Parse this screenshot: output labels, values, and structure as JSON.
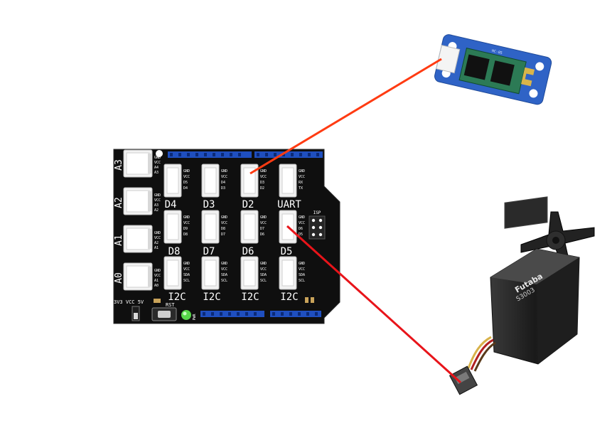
{
  "board": {
    "analog_ports": [
      "A3",
      "A2",
      "A1",
      "A0"
    ],
    "analog_pins": [
      [
        "GND",
        "VCC",
        "A4",
        "A3"
      ],
      [
        "GND",
        "VCC",
        "A3",
        "A2"
      ],
      [
        "GND",
        "VCC",
        "A2",
        "A1"
      ],
      [
        "GND",
        "VCC",
        "A1",
        "A0"
      ]
    ],
    "grid_labels": [
      [
        "D4",
        "D3",
        "D2",
        "UART"
      ],
      [
        "D8",
        "D7",
        "D6",
        "D5"
      ],
      [
        "I2C",
        "I2C",
        "I2C",
        "I2C"
      ]
    ],
    "grid_pins": [
      [
        [
          "GND",
          "VCC",
          "D5",
          "D4"
        ],
        [
          "GND",
          "VCC",
          "D4",
          "D3"
        ],
        [
          "GND",
          "VCC",
          "D3",
          "D2"
        ],
        [
          "GND",
          "VCC",
          "RX",
          "TX"
        ]
      ],
      [
        [
          "GND",
          "VCC",
          "D9",
          "D8"
        ],
        [
          "GND",
          "VCC",
          "D8",
          "D7"
        ],
        [
          "GND",
          "VCC",
          "D7",
          "D6"
        ],
        [
          "GND",
          "VCC",
          "D6",
          "D5"
        ]
      ],
      [
        [
          "GND",
          "VCC",
          "SDA",
          "SCL"
        ],
        [
          "GND",
          "VCC",
          "SDA",
          "SCL"
        ],
        [
          "GND",
          "VCC",
          "SDA",
          "SCL"
        ],
        [
          "GND",
          "VCC",
          "SDA",
          "SCL"
        ]
      ]
    ],
    "voltage_switch_label": "3V3 VCC 5V",
    "reset_label": "RST",
    "power_led_label": "PWR",
    "isp_label": "ISP",
    "board_color": "#0f0f0f",
    "header_color": "#1f4fbf"
  },
  "bluetooth_module": {
    "chip_text": "HC-05",
    "board_color": "#2f63c6"
  },
  "servo": {
    "brand": "Futaba",
    "model": "S3003"
  },
  "wires": {
    "bluetooth_wire_color": "#ff3b12",
    "servo_wire_color": "#e8141a"
  }
}
